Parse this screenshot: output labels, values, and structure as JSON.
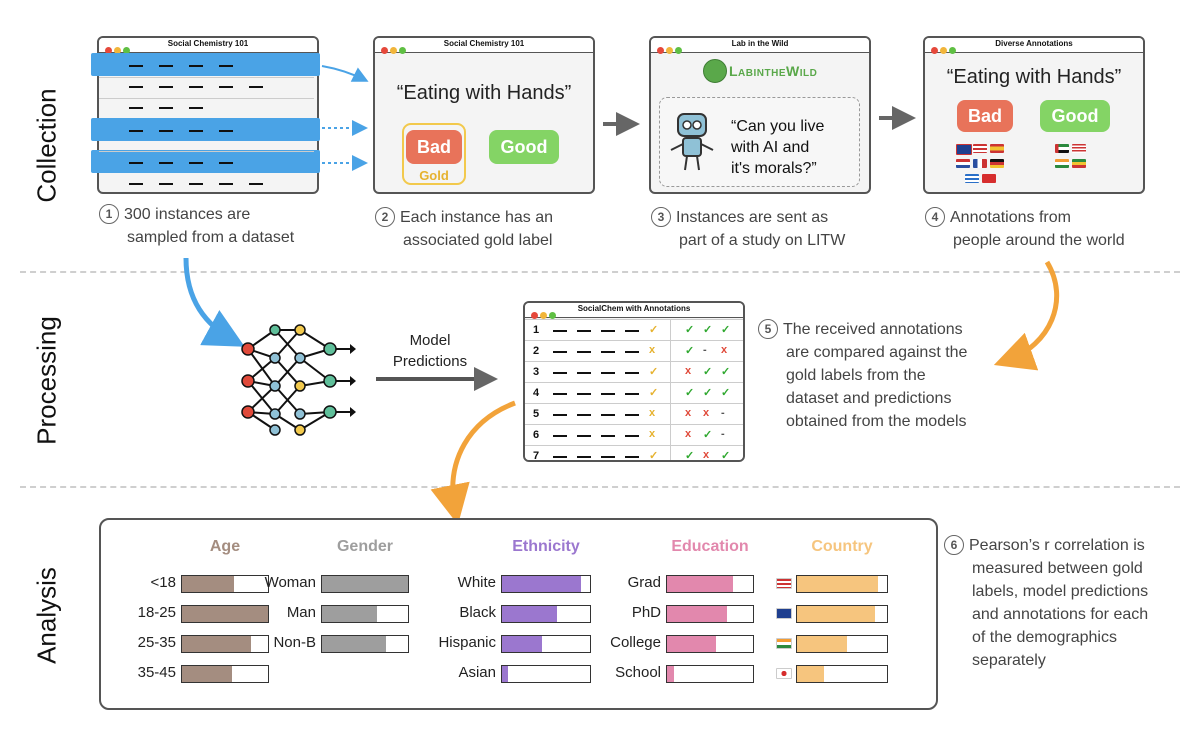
{
  "sections": {
    "collection": "Collection",
    "processing": "Processing",
    "analysis": "Analysis"
  },
  "step1": {
    "window_title": "Social Chemistry 101",
    "num": "1",
    "caption_line1": "300 instances are",
    "caption_line2": "sampled from a dataset"
  },
  "step2": {
    "window_title": "Social Chemistry 101",
    "quote": "“Eating with Hands”",
    "bad": "Bad",
    "good": "Good",
    "gold": "Gold",
    "num": "2",
    "caption_line1": "Each instance has an",
    "caption_line2": "associated gold label"
  },
  "step3": {
    "window_title": "Lab in the Wild",
    "logo_text": "LabintheWild",
    "speech_line1": "“Can you live",
    "speech_line2": "with AI and",
    "speech_line3": "it's morals?”",
    "num": "3",
    "caption_line1": "Instances are sent as",
    "caption_line2": "part of a study on LITW"
  },
  "step4": {
    "window_title": "Diverse Annotations",
    "quote": "“Eating with Hands”",
    "bad": "Bad",
    "good": "Good",
    "num": "4",
    "caption_line1": "Annotations from",
    "caption_line2": "people around the world"
  },
  "processing": {
    "arrow_label_line1": "Model",
    "arrow_label_line2": "Predictions",
    "window_title": "SocialChem with Annotations",
    "rows": [
      {
        "n": "1",
        "gold": "check",
        "ann": [
          "check",
          "check",
          "check"
        ]
      },
      {
        "n": "2",
        "gold": "x",
        "ann": [
          "check",
          "dash",
          "x"
        ]
      },
      {
        "n": "3",
        "gold": "check",
        "ann": [
          "x",
          "check",
          "check"
        ]
      },
      {
        "n": "4",
        "gold": "check",
        "ann": [
          "check",
          "check",
          "check"
        ]
      },
      {
        "n": "5",
        "gold": "x",
        "ann": [
          "x",
          "x",
          "dash"
        ]
      },
      {
        "n": "6",
        "gold": "x",
        "ann": [
          "x",
          "check",
          "dash"
        ]
      },
      {
        "n": "7",
        "gold": "check",
        "ann": [
          "check",
          "x",
          "check"
        ]
      }
    ],
    "num": "5",
    "caption_lines": [
      "The received annotations",
      "are compared against the",
      "gold labels from the",
      "dataset and predictions",
      "obtained from the models"
    ]
  },
  "analysis": {
    "num": "6",
    "caption_lines": [
      "Pearson’s r correlation is",
      "measured between gold",
      "labels, model predictions",
      "and annotations for each",
      "of the demographics",
      "separately"
    ],
    "groups": [
      {
        "title": "Age",
        "color": "#a48d80",
        "rows": [
          {
            "label": "<18",
            "value": 0.6
          },
          {
            "label": "18-25",
            "value": 1.0
          },
          {
            "label": "25-35",
            "value": 0.8
          },
          {
            "label": "35-45",
            "value": 0.58
          }
        ]
      },
      {
        "title": "Gender",
        "color": "#9e9e9e",
        "rows": [
          {
            "label": "Woman",
            "value": 1.0
          },
          {
            "label": "Man",
            "value": 0.64
          },
          {
            "label": "Non-B",
            "value": 0.74
          }
        ]
      },
      {
        "title": "Ethnicity",
        "color": "#9b77cf",
        "rows": [
          {
            "label": "White",
            "value": 0.9
          },
          {
            "label": "Black",
            "value": 0.62
          },
          {
            "label": "Hispanic",
            "value": 0.45
          },
          {
            "label": "Asian",
            "value": 0.07
          }
        ]
      },
      {
        "title": "Education",
        "color": "#e288ad",
        "rows": [
          {
            "label": "Grad",
            "value": 0.77
          },
          {
            "label": "PhD",
            "value": 0.7
          },
          {
            "label": "College",
            "value": 0.57
          },
          {
            "label": "School",
            "value": 0.08
          }
        ]
      },
      {
        "title": "Country",
        "color": "#f6c57e",
        "rows": [
          {
            "label": "",
            "flag": "us",
            "value": 0.9
          },
          {
            "label": "",
            "flag": "uk",
            "value": 0.87
          },
          {
            "label": "",
            "flag": "in",
            "value": 0.55
          },
          {
            "label": "",
            "flag": "jp",
            "value": 0.3
          }
        ]
      }
    ]
  },
  "colors": {
    "arrow_blue": "#4aa3e6",
    "arrow_orange": "#f2a33a",
    "bad": "#e8735a",
    "good": "#84d465",
    "gold_outline": "#f2c94c"
  }
}
